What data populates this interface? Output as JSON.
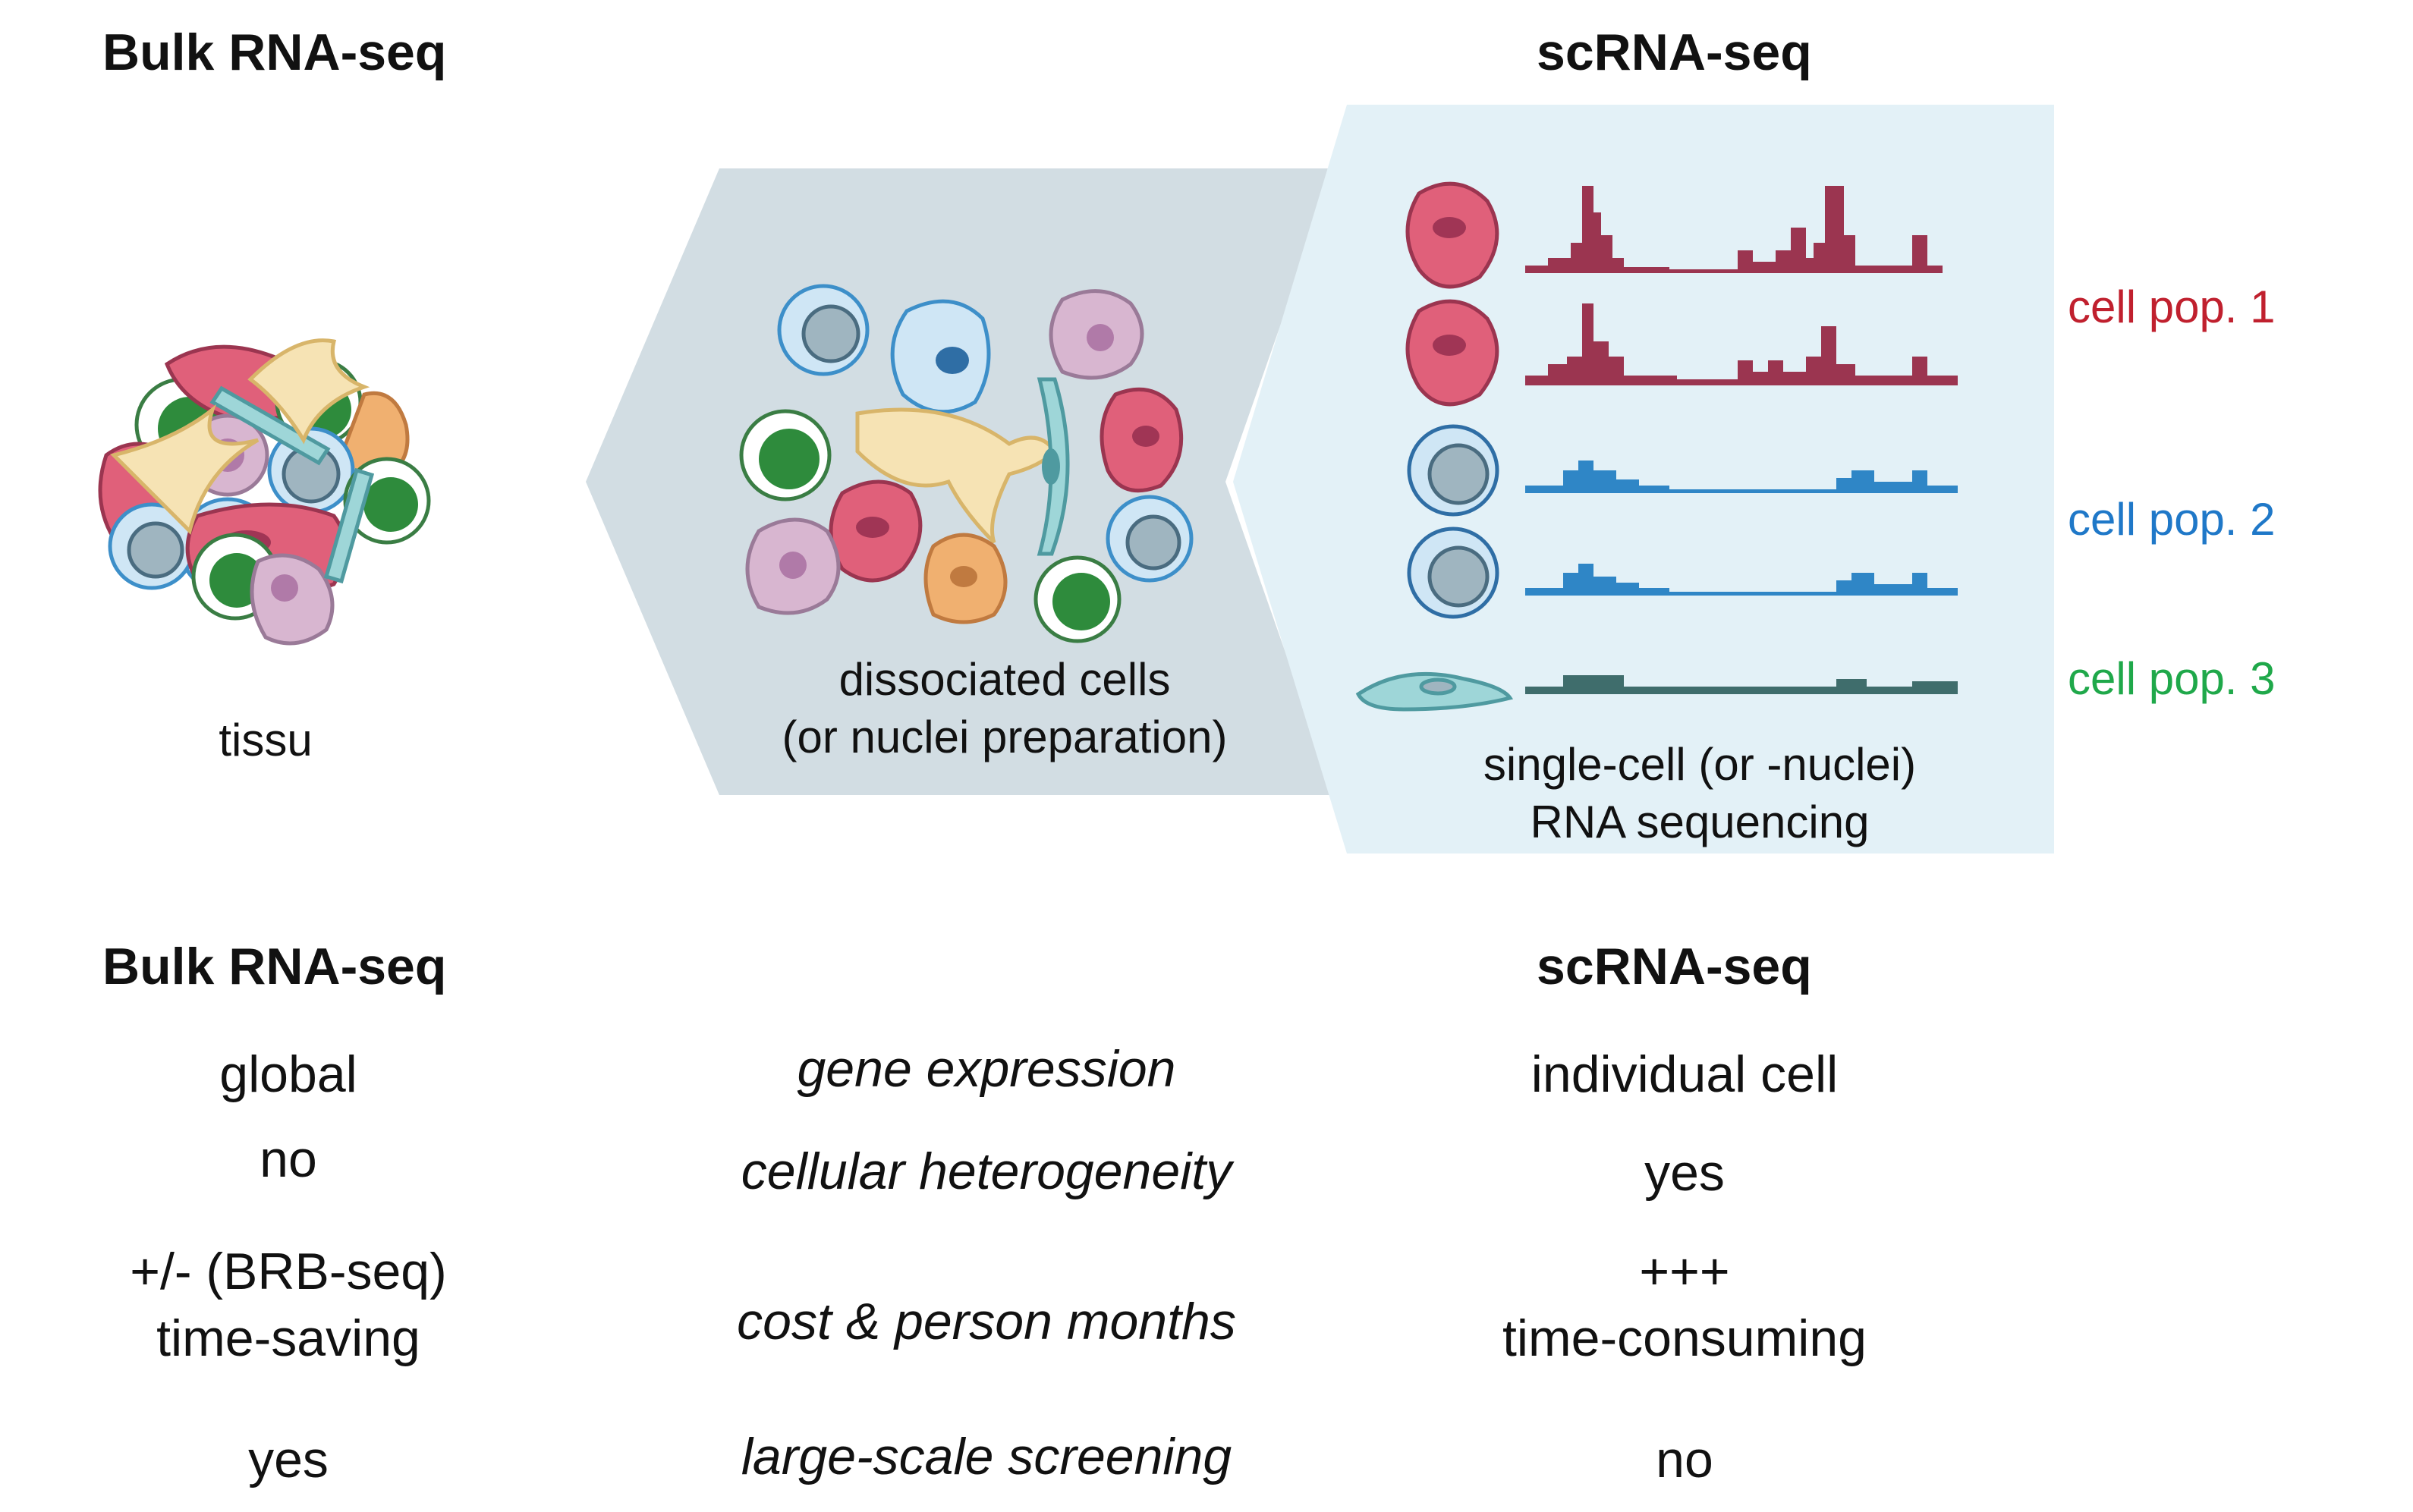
{
  "header": {
    "left_title": "Bulk RNA-seq",
    "right_title": "scRNA-seq"
  },
  "panels": {
    "tissue_label": "tissu",
    "dissociated_label_1": "dissociated cells",
    "dissociated_label_2": "(or nuclei preparation)",
    "sequencing_label_1": "single-cell (or -nuclei)",
    "sequencing_label_2": "RNA sequencing"
  },
  "populations": [
    {
      "label": "cell pop. 1",
      "color": "#c0202e"
    },
    {
      "label": "cell pop. 2",
      "color": "#1f78c8"
    },
    {
      "label": "cell pop. 3",
      "color": "#1fa84a"
    }
  ],
  "colors": {
    "pop1_cell": "#e0607a",
    "pop1_profile": "#9b3550",
    "pop2_cell": "#2f86c6",
    "pop2_profile": "#2f86c6",
    "pop3_profile": "#3f6d6c",
    "middle_panel": "#d2dde3",
    "right_panel": "#e3f1f7"
  },
  "comparison": {
    "left_title": "Bulk RNA-seq",
    "right_title": "scRNA-seq",
    "rows": [
      {
        "bulk": "global",
        "criterion": "gene expression",
        "sc": "individual cell"
      },
      {
        "bulk": "no",
        "criterion": "cellular heterogeneity",
        "sc": "yes"
      },
      {
        "bulk": "+/- (BRB-seq)",
        "bulk_2": "time-saving",
        "criterion": "cost & person months",
        "sc": "+++",
        "sc_2": "time-consuming"
      },
      {
        "bulk": "yes",
        "criterion": "large-scale screening",
        "sc": "no"
      }
    ]
  }
}
